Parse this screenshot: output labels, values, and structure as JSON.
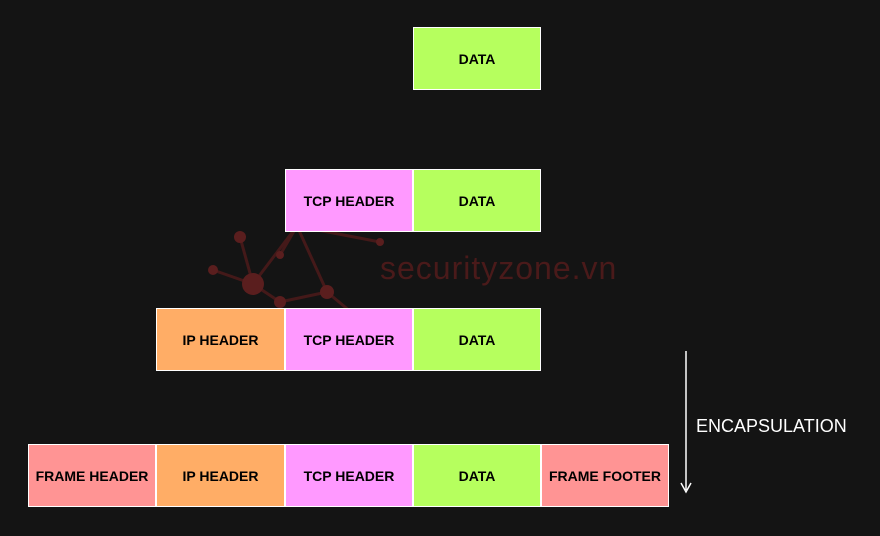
{
  "colors": {
    "background": "#141414",
    "data": "#b6ff5e",
    "tcp_header": "#ff99ff",
    "ip_header": "#ffad66",
    "frame": "#ff9494",
    "arrow": "#ffffff",
    "watermark": "#5a1e1e"
  },
  "watermark": {
    "text": "securityzone.vn"
  },
  "rows": [
    {
      "cells": [
        {
          "label": "DATA",
          "color": "#b6ff5e"
        }
      ]
    },
    {
      "cells": [
        {
          "label": "TCP HEADER",
          "color": "#ff99ff"
        },
        {
          "label": "DATA",
          "color": "#b6ff5e"
        }
      ]
    },
    {
      "cells": [
        {
          "label": "IP HEADER",
          "color": "#ffad66"
        },
        {
          "label": "TCP HEADER",
          "color": "#ff99ff"
        },
        {
          "label": "DATA",
          "color": "#b6ff5e"
        }
      ]
    },
    {
      "cells": [
        {
          "label": "FRAME HEADER",
          "color": "#ff9494"
        },
        {
          "label": "IP HEADER",
          "color": "#ffad66"
        },
        {
          "label": "TCP HEADER",
          "color": "#ff99ff"
        },
        {
          "label": "DATA",
          "color": "#b6ff5e"
        },
        {
          "label": "FRAME FOOTER",
          "color": "#ff9494"
        }
      ]
    }
  ],
  "arrow_label": "ENCAPSULATION"
}
